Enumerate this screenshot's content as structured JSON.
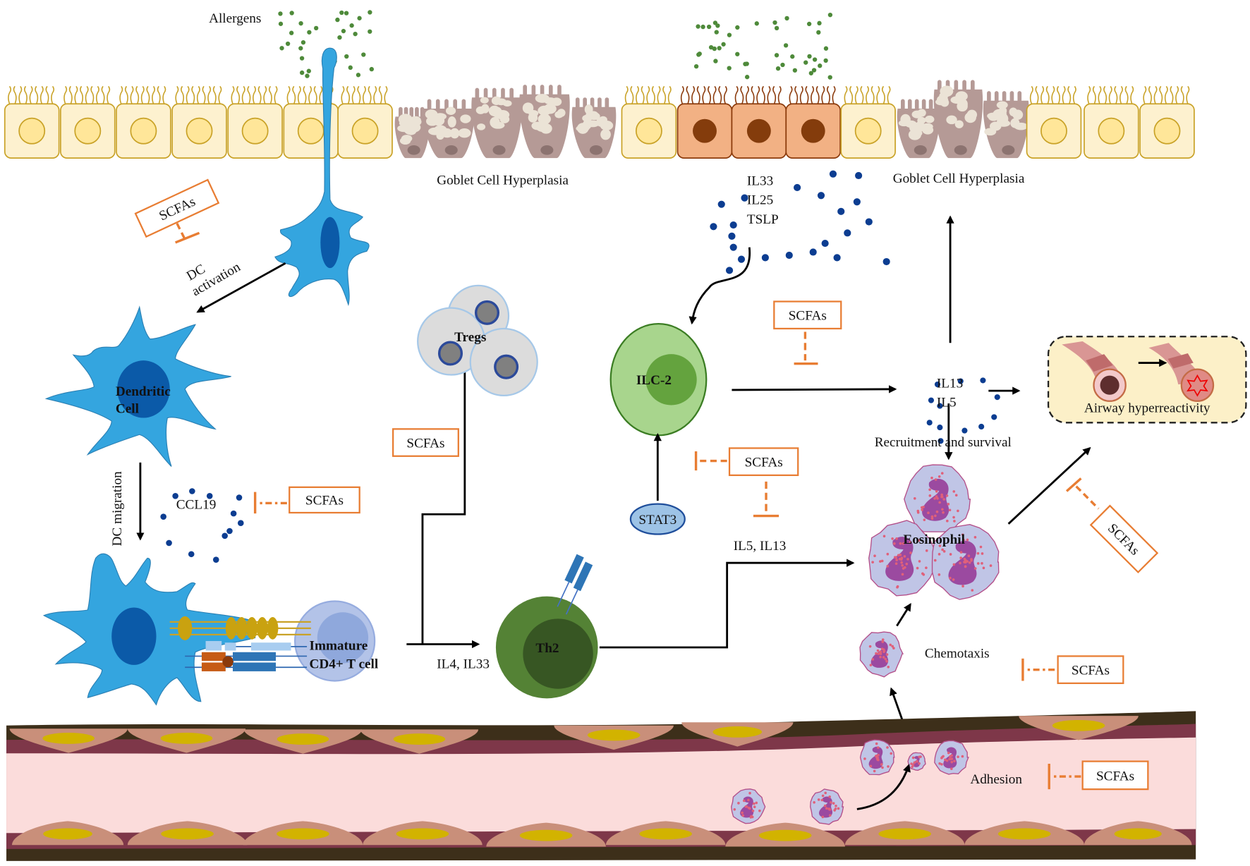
{
  "title": "SCFAs modulation of allergic airway inflammation",
  "colors": {
    "epithelial_cell": "#fdf1cf",
    "epithelial_border": "#c9a227",
    "activated_epithelial": "#f2b184",
    "goblet_cell": "#b59a96",
    "allergen_dot": "#4e8a3a",
    "cytokine_dot": "#0c3d91",
    "dendritic_cell": "#34a5df",
    "dendritic_nucleus": "#0b5aa8",
    "scfa_orange": "#e87d33",
    "ilc2": "#a8d58d",
    "th2": "#548235",
    "treg": "#dcdcdc",
    "eosinophil": "#c0c5e6",
    "vessel_lumen": "#fbdcdb",
    "airway_box": "#fcf0c8"
  },
  "labels": {
    "allergens": "Allergens",
    "goblet_left": "Goblet Cell Hyperplasia",
    "goblet_right": "Goblet Cell Hyperplasia",
    "alarmins": [
      "IL33",
      "IL25",
      "TSLP"
    ],
    "dc_activation": [
      "DC",
      "activation"
    ],
    "dendritic_cell": [
      "Dendritic",
      "Cell"
    ],
    "dc_migration": "DC migration",
    "ccl19": "CCL19",
    "immature_t": [
      "Immature",
      "CD4+ T cell"
    ],
    "il4_il33": "IL4, IL33",
    "tregs": "Tregs",
    "th2": "Th2",
    "ilc2": "ILC-2",
    "stat3": "STAT3",
    "il5_il13": "IL5, IL13",
    "il13_il5": [
      "IL13",
      "IL5"
    ],
    "recruitment": "Recruitment and survival",
    "eosinophil": "Eosinophil",
    "chemotaxis": "Chemotaxis",
    "adhesion": "Adhesion",
    "airway": "Airway hyperreactivity"
  },
  "scfa_label": "SCFAs",
  "scfa_nodes": [
    {
      "id": "dc-activation",
      "target": "DC activation"
    },
    {
      "id": "ccl19",
      "target": "CCL19"
    },
    {
      "id": "tregs",
      "target": "Tregs (promotes)"
    },
    {
      "id": "ilc2-output",
      "target": "ILC-2 output"
    },
    {
      "id": "stat3-ilc2",
      "target": "STAT3 / IL5, IL13"
    },
    {
      "id": "airway",
      "target": "Airway hyperreactivity"
    },
    {
      "id": "chemotaxis",
      "target": "Chemotaxis"
    },
    {
      "id": "adhesion",
      "target": "Adhesion"
    }
  ]
}
